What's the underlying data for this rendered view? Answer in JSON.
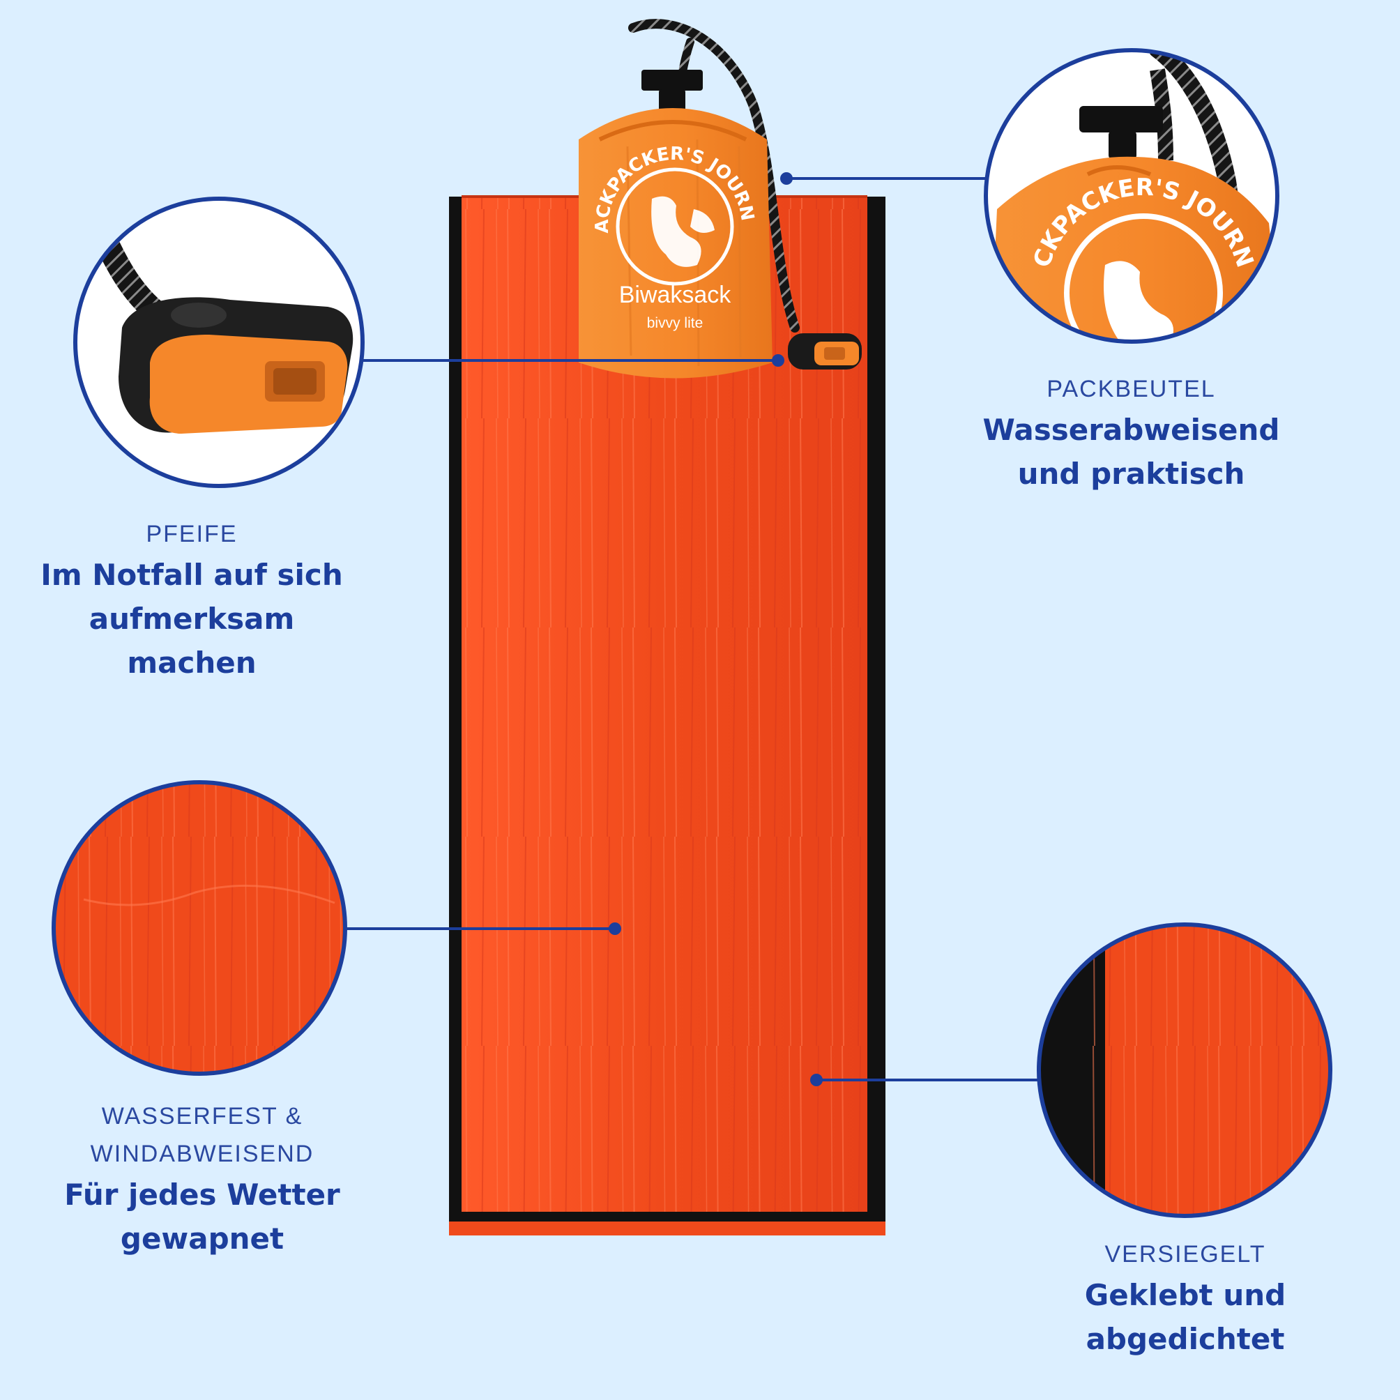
{
  "product": {
    "bag_brand": "BACKPACKER'S JOURNEY",
    "bag_name": "Biwaksack",
    "bag_subtitle": "bivvy lite",
    "detail_bag_brand": "CKPACKER'S JOURN"
  },
  "colors": {
    "background": "#dcefff",
    "accent_blue": "#1c3e9c",
    "sack_orange": "#f24a1c",
    "bag_orange": "#f5872a",
    "trim_black": "#111111"
  },
  "features": [
    {
      "id": "pfeife",
      "kicker": "PFEIFE",
      "headline": [
        "Im Notfall auf sich",
        "aufmerksam",
        "machen"
      ]
    },
    {
      "id": "packbeutel",
      "kicker": "PACKBEUTEL",
      "headline": [
        "Wasserabweisend",
        "und praktisch"
      ]
    },
    {
      "id": "wasserfest",
      "kicker": [
        "WASSERFEST &",
        "WINDABWEISEND"
      ],
      "headline": [
        "Für jedes Wetter",
        "gewapnet"
      ]
    },
    {
      "id": "versiegelt",
      "kicker": "VERSIEGELT",
      "headline": [
        "Geklebt und",
        "abgedichtet"
      ]
    }
  ]
}
